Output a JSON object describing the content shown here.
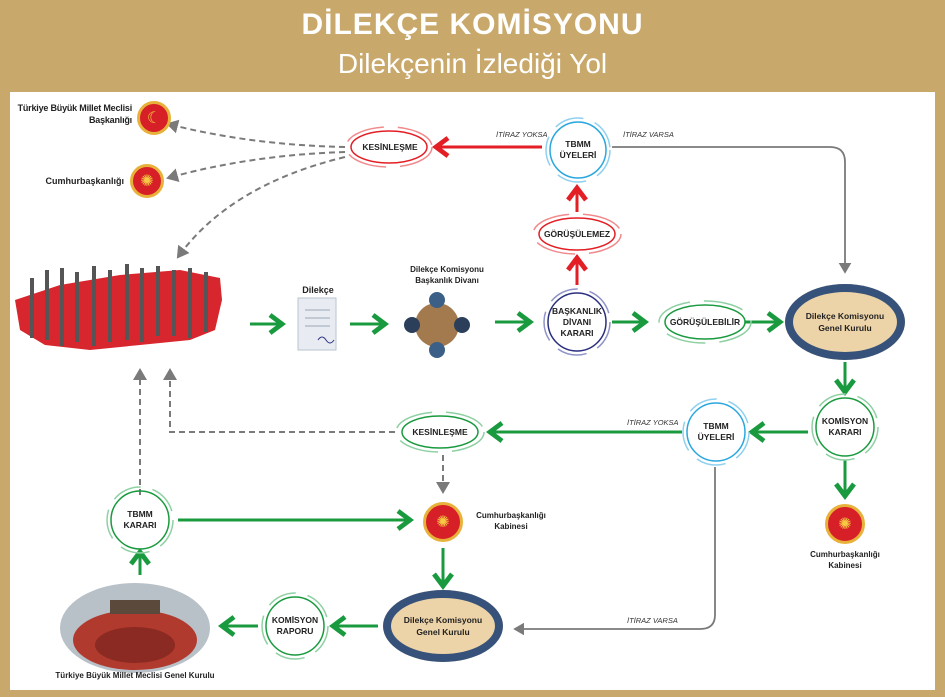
{
  "header": {
    "title": "DİLEKÇE KOMİSYONU",
    "subtitle": "Dilekçenin İzlediği Yol"
  },
  "colors": {
    "frame": "#c9a96b",
    "red": "#e31e24",
    "green": "#1a9a3f",
    "blue": "#2aa7df",
    "navy": "#2a2f7e",
    "gray": "#7a7a7a"
  },
  "nodes": {
    "tbmm_baskanligi": "Türkiye Büyük Millet Meclisi Başkanlığı",
    "cumhurbaskanligi": "Cumhurbaşkanlığı",
    "kesinlesme_top": "KESİNLEŞME",
    "tbmm_uyeleri_top_1": "TBMM",
    "tbmm_uyeleri_top_2": "ÜYELERİ",
    "gorusulemez": "GÖRÜŞÜLEMEZ",
    "dilekce": "Dilekçe",
    "divan_1": "Dilekçe Komisyonu",
    "divan_2": "Başkanlık Divanı",
    "karar_1": "BAŞKANLIK",
    "karar_2": "DİVANI",
    "karar_3": "KARARI",
    "gorusulebilir": "GÖRÜŞÜLEBİLİR",
    "genel_kurul_1": "Dilekçe Komisyonu",
    "genel_kurul_2": "Genel Kurulu",
    "komisyon_karari_1": "KOMİSYON",
    "komisyon_karari_2": "KARARI",
    "kabine_1": "Cumhurbaşkanlığı",
    "kabine_2": "Kabinesi",
    "tbmm_uyeleri_mid_1": "TBMM",
    "tbmm_uyeleri_mid_2": "ÜYELERİ",
    "kesinlesme_mid": "KESİNLEŞME",
    "tbmm_karari_1": "TBMM",
    "tbmm_karari_2": "KARARI",
    "komisyon_raporu_1": "KOMİSYON",
    "komisyon_raporu_2": "RAPORU",
    "tbmm_genel_kurulu": "Türkiye Büyük Millet Meclisi Genel Kurulu"
  },
  "edges": {
    "itiraz_yoksa": "İTİRAZ YOKSA",
    "itiraz_varsa": "İTİRAZ VARSA"
  }
}
